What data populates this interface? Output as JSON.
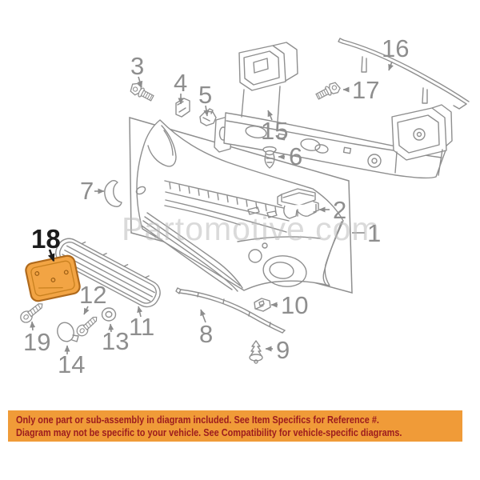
{
  "diagram": {
    "watermark": "Partomotive.com",
    "highlighted_part": "18",
    "line_color": "#8f8f8f",
    "label_color": "#8e8e8e",
    "highlight_fill": "#F2A444",
    "highlight_border": "#B06A1C",
    "parts": [
      {
        "num": "1"
      },
      {
        "num": "2"
      },
      {
        "num": "3"
      },
      {
        "num": "4"
      },
      {
        "num": "5"
      },
      {
        "num": "6"
      },
      {
        "num": "7"
      },
      {
        "num": "8"
      },
      {
        "num": "9"
      },
      {
        "num": "10"
      },
      {
        "num": "11"
      },
      {
        "num": "12"
      },
      {
        "num": "13"
      },
      {
        "num": "14"
      },
      {
        "num": "15"
      },
      {
        "num": "16"
      },
      {
        "num": "17"
      },
      {
        "num": "18"
      },
      {
        "num": "19"
      }
    ]
  },
  "banner": {
    "line1": "Only one part or sub-assembly in diagram included. See Item Specifics for Reference #.",
    "line2": "Diagram may not be specific to your vehicle. See Compatibility for vehicle-specific diagrams.",
    "bg_color": "#F09B38",
    "text_color": "#9C1B1E"
  }
}
